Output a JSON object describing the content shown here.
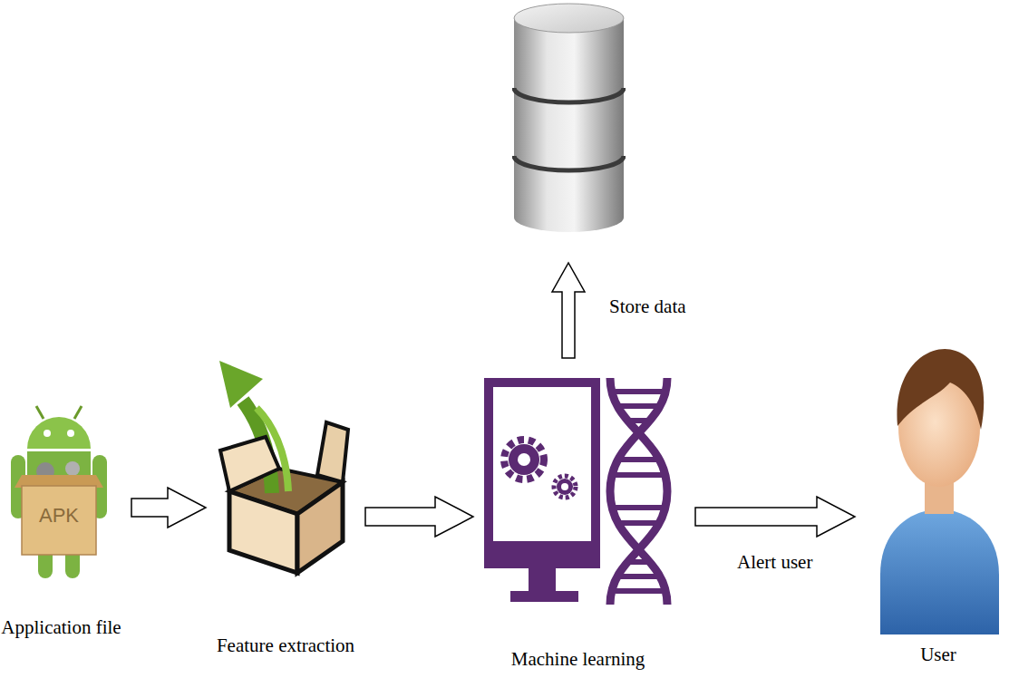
{
  "diagram": {
    "nodes": [
      {
        "text": [
          "Application file"
        ]
      },
      {
        "text": [
          "Feature extraction"
        ]
      },
      {
        "text": [
          "Machine learning"
        ]
      },
      {
        "text": [
          "User"
        ]
      }
    ],
    "edges": [
      {
        "from": 0,
        "to": 1,
        "arrow": "to"
      },
      {
        "from": 1,
        "to": 2,
        "arrow": "to"
      },
      {
        "from": 2,
        "to": 3,
        "label": "Alert user",
        "arrow": "to"
      }
    ],
    "labels": [
      "APK",
      "Store data"
    ]
  }
}
